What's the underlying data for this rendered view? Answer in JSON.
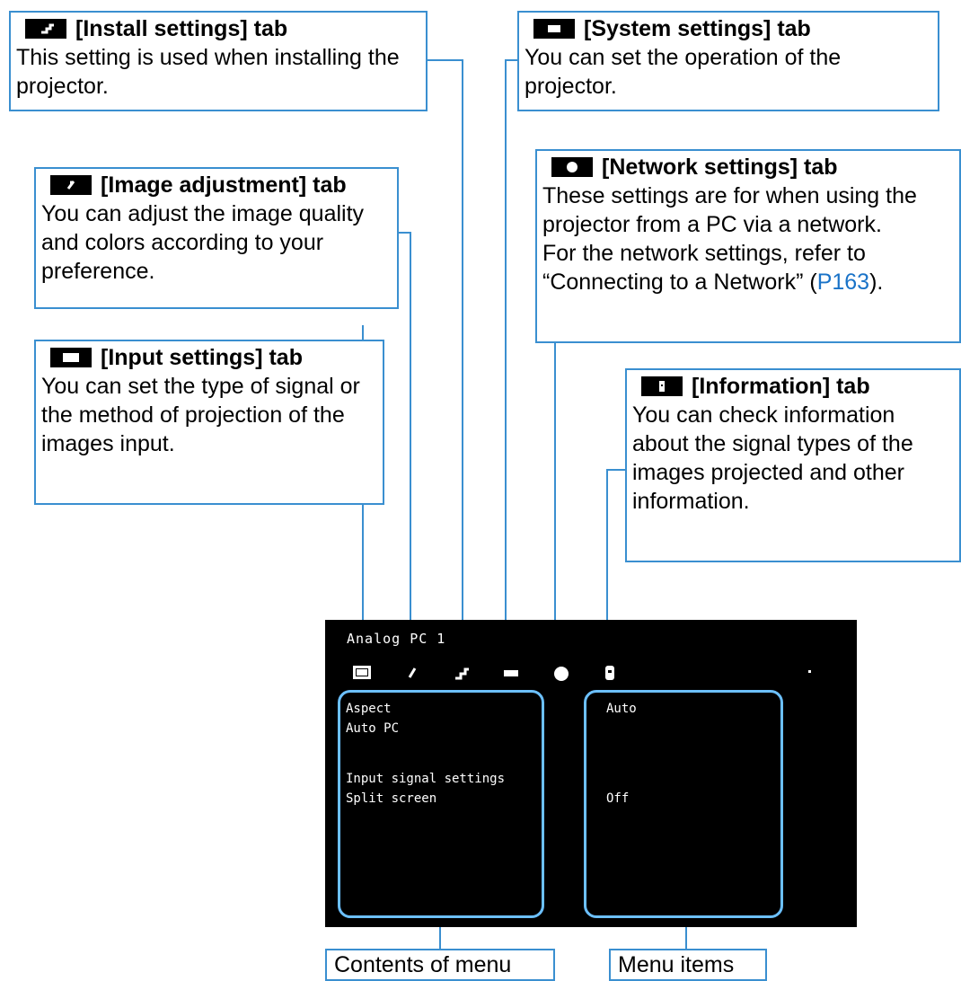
{
  "callouts": {
    "install": {
      "title": "[Install settings] tab",
      "body": "This setting is used when installing the projector."
    },
    "system": {
      "title": "[System settings] tab",
      "body": "You can set the operation of the projector."
    },
    "image": {
      "title": "[Image adjustment] tab",
      "body": "You can adjust the image quality and colors according to your preference."
    },
    "network": {
      "title": "[Network settings] tab",
      "body": "These settings are for when using the projector from a PC via a network.",
      "body2_pre": "For the network settings, refer to “Connecting to a Network” (",
      "link": "P163",
      "body2_post": ")."
    },
    "input": {
      "title": "[Input settings] tab",
      "body": "You can set the type of signal or the method of projection of the images input."
    },
    "info": {
      "title": "[Information] tab",
      "body": "You can check information about the signal types of the images projected and other information."
    }
  },
  "osd": {
    "title": "Analog PC  1",
    "menu": [
      "Aspect",
      "Auto PC",
      "",
      "Input signal settings",
      "Split screen"
    ],
    "values": [
      "Auto",
      "",
      "",
      "",
      "Off"
    ]
  },
  "captions": {
    "contents": "Contents of menu",
    "items": "Menu items"
  },
  "colors": {
    "accent": "#3a8fd0",
    "link": "#1a73c8",
    "osd_border": "#6cc0ff"
  }
}
